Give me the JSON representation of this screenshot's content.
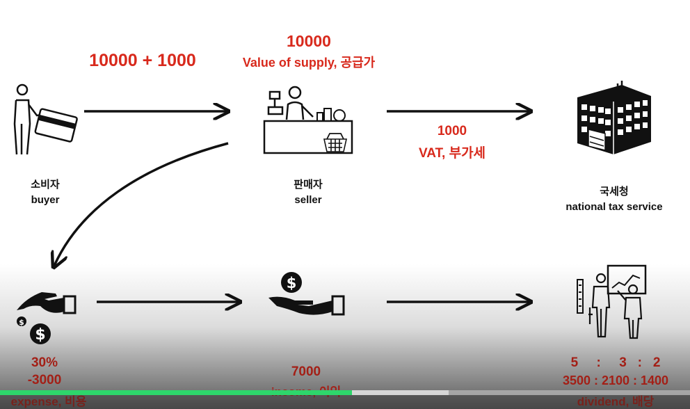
{
  "top": {
    "transaction_amount": "10000 + 1000",
    "supply_value": "10000",
    "supply_label": "Value of supply, 공급가",
    "vat_value": "1000",
    "vat_label": "VAT, 부가세"
  },
  "actors": {
    "buyer_kr": "소비자",
    "buyer_en": "buyer",
    "seller_kr": "판매자",
    "seller_en": "seller",
    "tax_kr": "국세청",
    "tax_en": "national tax service"
  },
  "bottom": {
    "expense_percent": "30%",
    "expense_value": "-3000",
    "expense_label": "expense, 비용",
    "income_value": "7000",
    "income_label": "income, 이익",
    "ratio": "5     :     3   :   2",
    "ratio_values": "3500 : 2100 : 1400",
    "dividend_label": "dividend, 배당"
  },
  "icons": [
    "buyer-card-icon",
    "cashier-icon",
    "government-building-icon",
    "expense-hand-coins-icon",
    "income-hand-coin-icon",
    "presentation-people-icon"
  ],
  "colors": {
    "accent_red": "#d8291c",
    "dark_red": "#a31f16",
    "progress_green": "#2ed66b"
  },
  "video": {
    "progress": 0.51,
    "buffered": 0.65
  }
}
